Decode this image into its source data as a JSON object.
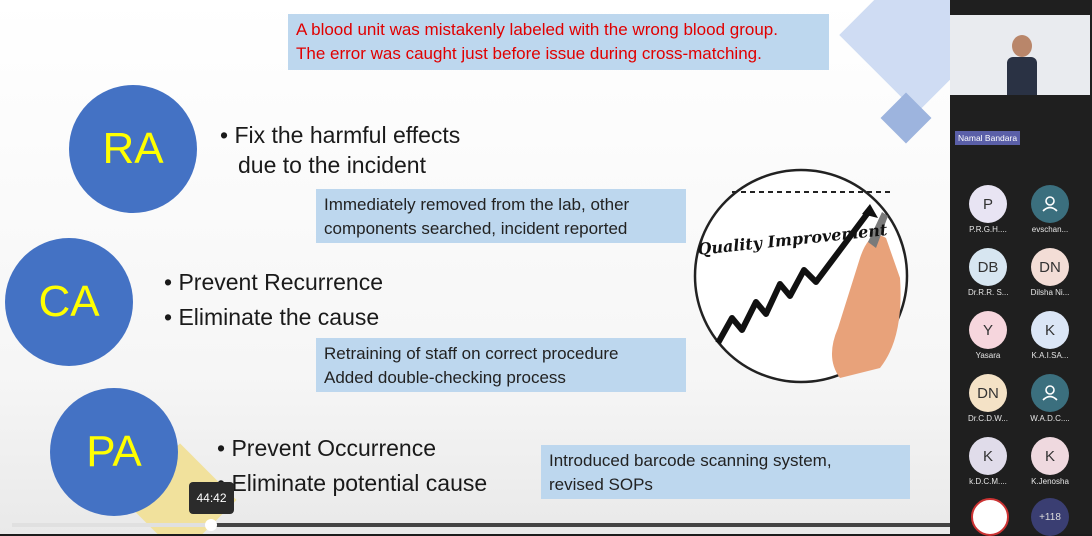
{
  "slide": {
    "alert_lines": [
      "A blood unit was mistakenly labeled with the wrong blood group.",
      "The error was caught just before issue during cross-matching."
    ],
    "ra": {
      "label": "RA",
      "bullet": "Fix the harmful effects",
      "bullet_cont": "due to the incident",
      "box_lines": [
        "Immediately removed from the lab, other",
        "components searched, incident reported"
      ]
    },
    "ca": {
      "label": "CA",
      "bullets": [
        "Prevent Recurrence",
        "Eliminate the cause"
      ],
      "box_lines": [
        "Retraining of staff on correct procedure",
        "Added double-checking process"
      ]
    },
    "pa": {
      "label": "PA",
      "bullets": [
        "Prevent Occurrence",
        "Eliminate potential cause"
      ],
      "box_lines": [
        "Introduced barcode  scanning system,",
        "revised SOPs"
      ]
    },
    "illustration_caption": "Quality Improvement"
  },
  "sidebar": {
    "speaker_name": "Namal Bandara",
    "participants": [
      {
        "initials": "P",
        "name": "P.R.G.H....",
        "bg": "#e8e4f3"
      },
      {
        "initials": "",
        "name": "evschan...",
        "bg": "#3b6f7e",
        "icon": "person-icon"
      },
      {
        "initials": "DB",
        "name": "Dr.R.R. S...",
        "bg": "#d7e6f1"
      },
      {
        "initials": "DN",
        "name": "Dilsha Ni...",
        "bg": "#f3ddd6"
      },
      {
        "initials": "Y",
        "name": "Yasara",
        "bg": "#f6d6dd"
      },
      {
        "initials": "K",
        "name": "K.A.I.SA...",
        "bg": "#dbe6f6"
      },
      {
        "initials": "DN",
        "name": "Dr.C.D.W...",
        "bg": "#f4e2c6"
      },
      {
        "initials": "",
        "name": "W.A.D.C....",
        "bg": "#3b6f7e",
        "icon": "person-icon"
      },
      {
        "initials": "K",
        "name": "k.D.C.M....",
        "bg": "#e0dcea"
      },
      {
        "initials": "K",
        "name": "K.Jenosha",
        "bg": "#efd9df"
      }
    ],
    "more_count": "+118"
  },
  "player": {
    "timestamp": "44:42",
    "progress": 0.21
  }
}
